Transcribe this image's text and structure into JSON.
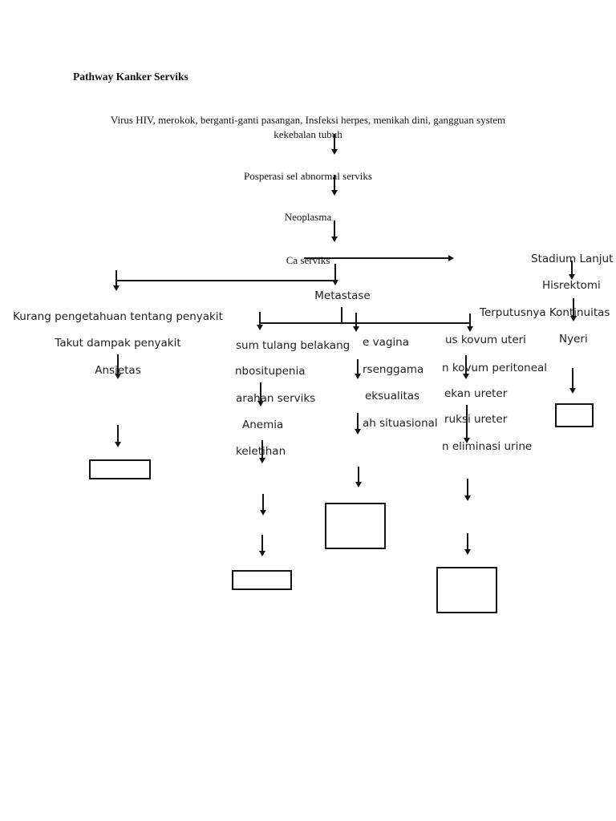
{
  "page": {
    "title": "Pathway Kanker Serviks"
  },
  "flow": {
    "risk_factors": {
      "line1": "Virus HIV, merokok, berganti-ganti pasangan, Insfeksi herpes, menikah dini, gangguan system",
      "line2": "kekebalan tubuh"
    },
    "chain": {
      "step1": "Posperasi sel abnormal serviks",
      "step2": "Neoplasma",
      "step3": "Ca serviks"
    },
    "anxiety_branch": {
      "line1": "Kurang pengetahuan tentang penyakit",
      "line2": "Takut dampak penyakit",
      "line3": "Ansietas"
    },
    "metastase_label": "Metastase",
    "bone_column": [
      "sum tulang belakang",
      "nbositupenia",
      "arahan serviks",
      "Anemia",
      "keletihan"
    ],
    "vagina_column": [
      "e vagina",
      "rsenggama",
      "eksualitas",
      "ah situasional"
    ],
    "uterus_column": [
      "us kovum uteri",
      "n kovum peritoneal",
      "ekan ureter",
      "ruksi ureter",
      "n eliminasi urine"
    ],
    "advanced_branch": [
      "Stadium Lanjut",
      "Hisrektomi",
      "Terputusnya Kontinuitas",
      "Nyeri"
    ]
  }
}
